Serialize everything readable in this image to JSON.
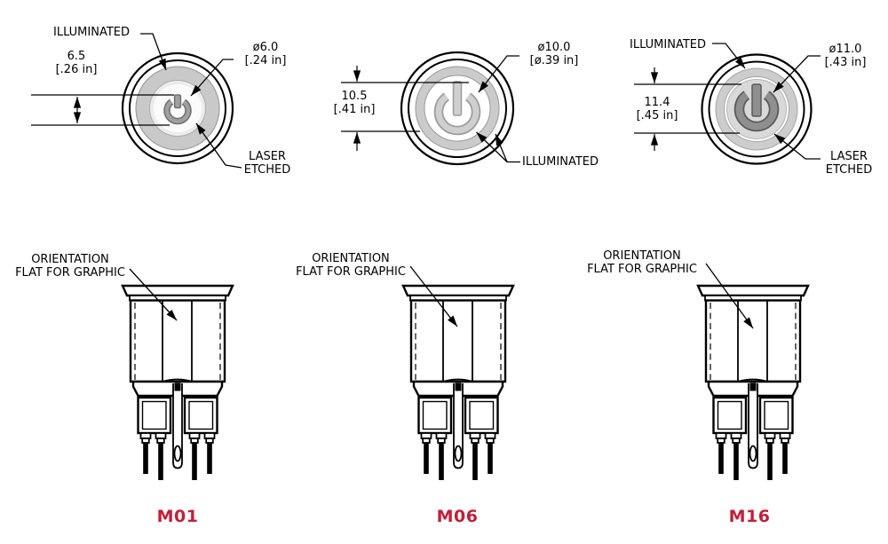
{
  "drawing_title": "Illuminated pushbutton switch dimension drawing",
  "colors": {
    "accent_red": "#c21f39",
    "line_black": "#000000",
    "ring_gray": "#c9c9c9",
    "symbol_gray_m01": "#a0a0a0",
    "symbol_gray_m06": "#cfcfcf",
    "symbol_gray_m16": "#8f8f8f"
  },
  "front_views": [
    {
      "model": "M01",
      "illuminated_label": "ILLUMINATED",
      "height_mm": "6.5",
      "height_in": "[.26 in]",
      "diameter_mm": "ø6.0",
      "diameter_in": "[.24 in]",
      "laser_line1": "LASER",
      "laser_line2": "ETCHED"
    },
    {
      "model": "M06",
      "illuminated_label": "ILLUMINATED",
      "height_mm": "10.5",
      "height_in": "[.41 in]",
      "diameter_mm": "ø10.0",
      "diameter_in": "[ø.39 in]"
    },
    {
      "model": "M16",
      "illuminated_label": "ILLUMINATED",
      "height_mm": "11.4",
      "height_in": "[.45 in]",
      "diameter_mm": "ø11.0",
      "diameter_in": "[.43 in]",
      "laser_line1": "LASER",
      "laser_line2": "ETCHED"
    }
  ],
  "side_views": [
    {
      "orientation_line1": "ORIENTATION",
      "orientation_line2": "FLAT FOR GRAPHIC",
      "model": "M01"
    },
    {
      "orientation_line1": "ORIENTATION",
      "orientation_line2": "FLAT FOR GRAPHIC",
      "model": "M06"
    },
    {
      "orientation_line1": "ORIENTATION",
      "orientation_line2": "FLAT FOR GRAPHIC",
      "model": "M16"
    }
  ]
}
